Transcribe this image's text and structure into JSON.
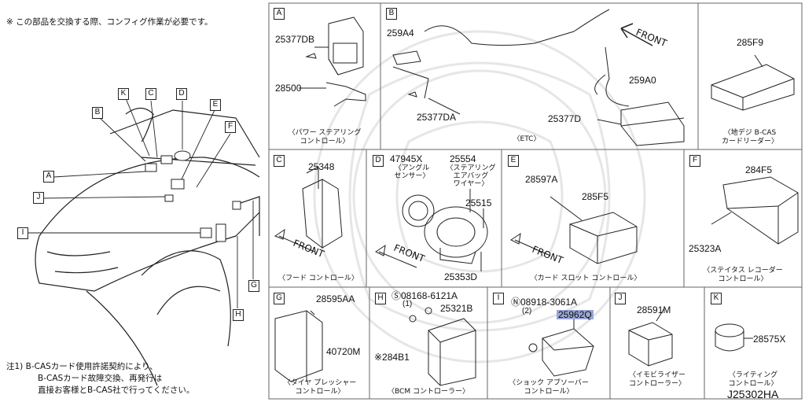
{
  "note_top": "※ この部品を交換する際、コンフィグ作業が必要です。",
  "note_bottom": [
    "注1) B-CASカード使用許諾契約により、",
    "B-CASカード故障交換、再発行は",
    "直接お客様とB-CAS社で行ってください。"
  ],
  "diagram_code": "J25302HA",
  "car_labels": [
    "A",
    "B",
    "C",
    "D",
    "E",
    "F",
    "G",
    "H",
    "I",
    "J",
    "K"
  ],
  "panels": {
    "A": {
      "letter": "A",
      "parts": [
        "25377DB",
        "28500"
      ],
      "caption": [
        "〈パワー ステアリング",
        "コントロール〉"
      ]
    },
    "B": {
      "letter": "B",
      "parts": [
        "259A4",
        "25377DA",
        "25377D",
        "259A0"
      ],
      "front": "FRONT",
      "caption": [
        "〈ETC〉"
      ]
    },
    "C": {
      "letter": "C",
      "parts": [
        "25348"
      ],
      "front": "FRONT",
      "caption": [
        "〈フード コントロール〉"
      ]
    },
    "D": {
      "letter": "D",
      "parts": [
        "47945X",
        "25554",
        "25515",
        "25353D"
      ],
      "sub1": [
        "〈アングル",
        "センサー〉"
      ],
      "sub2": [
        "〈ステアリング",
        "エアバッグ",
        "ワイヤー〉"
      ],
      "front": "FRONT"
    },
    "E": {
      "letter": "E",
      "parts": [
        "28597A",
        "285F5"
      ],
      "front": "FRONT",
      "caption": [
        "〈カード スロット コントロール〉"
      ]
    },
    "F": {
      "letter": "F",
      "parts": [
        "284F5",
        "25323A"
      ],
      "caption": [
        "〈ステイタス レコーダー",
        "コントロール〉"
      ]
    },
    "card": {
      "parts": [
        "285F9"
      ],
      "caption": [
        "〈地デジ B-CAS",
        "カードリーダー〉"
      ]
    },
    "G": {
      "letter": "G",
      "parts": [
        "28595AA",
        "40720M"
      ],
      "caption": [
        "〈タイヤ プレッシャー",
        "コントロール〉"
      ]
    },
    "H": {
      "letter": "H",
      "parts": [
        "Ⓢ08168-6121A",
        "(1)",
        "25321B",
        "※284B1"
      ],
      "caption": [
        "〈BCM コントローラー〉"
      ]
    },
    "I": {
      "letter": "I",
      "parts": [
        "Ⓝ08918-3061A",
        "(2)",
        "25962Q"
      ],
      "caption": [
        "〈ショック アブソーバー",
        "コントロール〉"
      ]
    },
    "J": {
      "letter": "J",
      "parts": [
        "28591M"
      ],
      "caption": [
        "〈イモビライザー",
        "コントローラー〉"
      ]
    },
    "K": {
      "letter": "K",
      "parts": [
        "28575X"
      ],
      "caption": [
        "〈ライティング",
        "コントロール〉"
      ]
    }
  },
  "colors": {
    "line": "#222222",
    "highlight": "#9aa6d6",
    "watermark": "#e4e4e4"
  }
}
